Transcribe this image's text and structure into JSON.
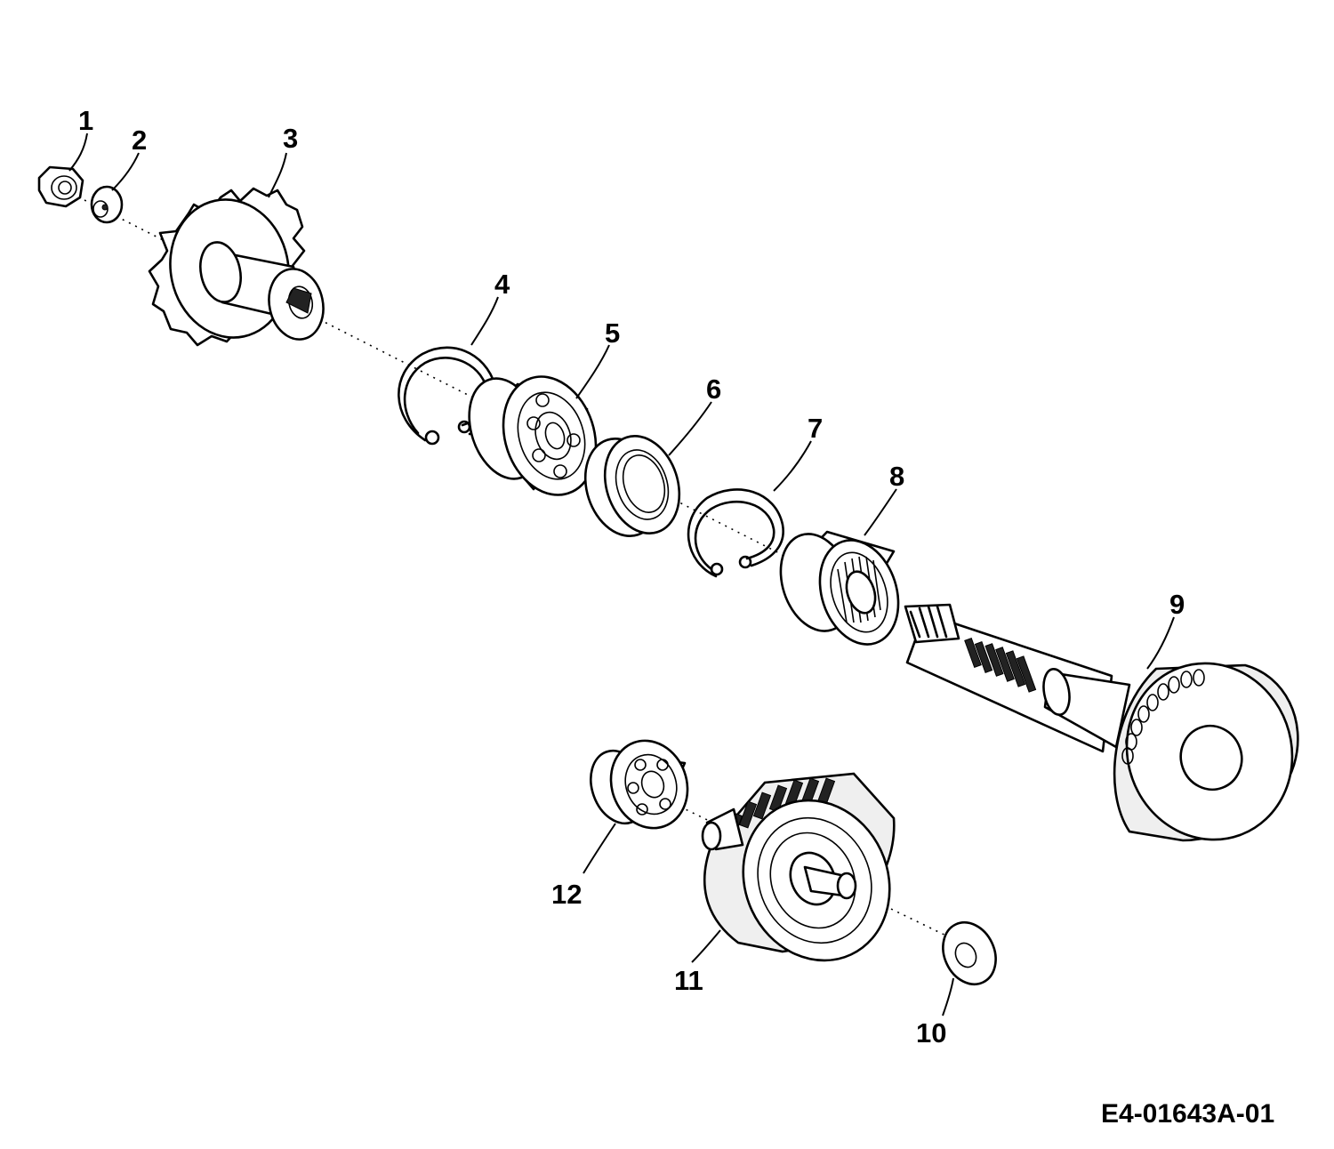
{
  "parts": [
    {
      "number": "1",
      "part": "nut"
    },
    {
      "number": "2",
      "part": "washer"
    },
    {
      "number": "3",
      "part": "sprocket-with-hub"
    },
    {
      "number": "4",
      "part": "retaining-ring"
    },
    {
      "number": "5",
      "part": "ball-bearing"
    },
    {
      "number": "6",
      "part": "seal-ring"
    },
    {
      "number": "7",
      "part": "retaining-ring"
    },
    {
      "number": "8",
      "part": "needle-bearing"
    },
    {
      "number": "9",
      "part": "gear-shaft"
    },
    {
      "number": "10",
      "part": "washer"
    },
    {
      "number": "11",
      "part": "gear"
    },
    {
      "number": "12",
      "part": "ball-bearing"
    }
  ],
  "reference_code": "E4-01643A-01"
}
